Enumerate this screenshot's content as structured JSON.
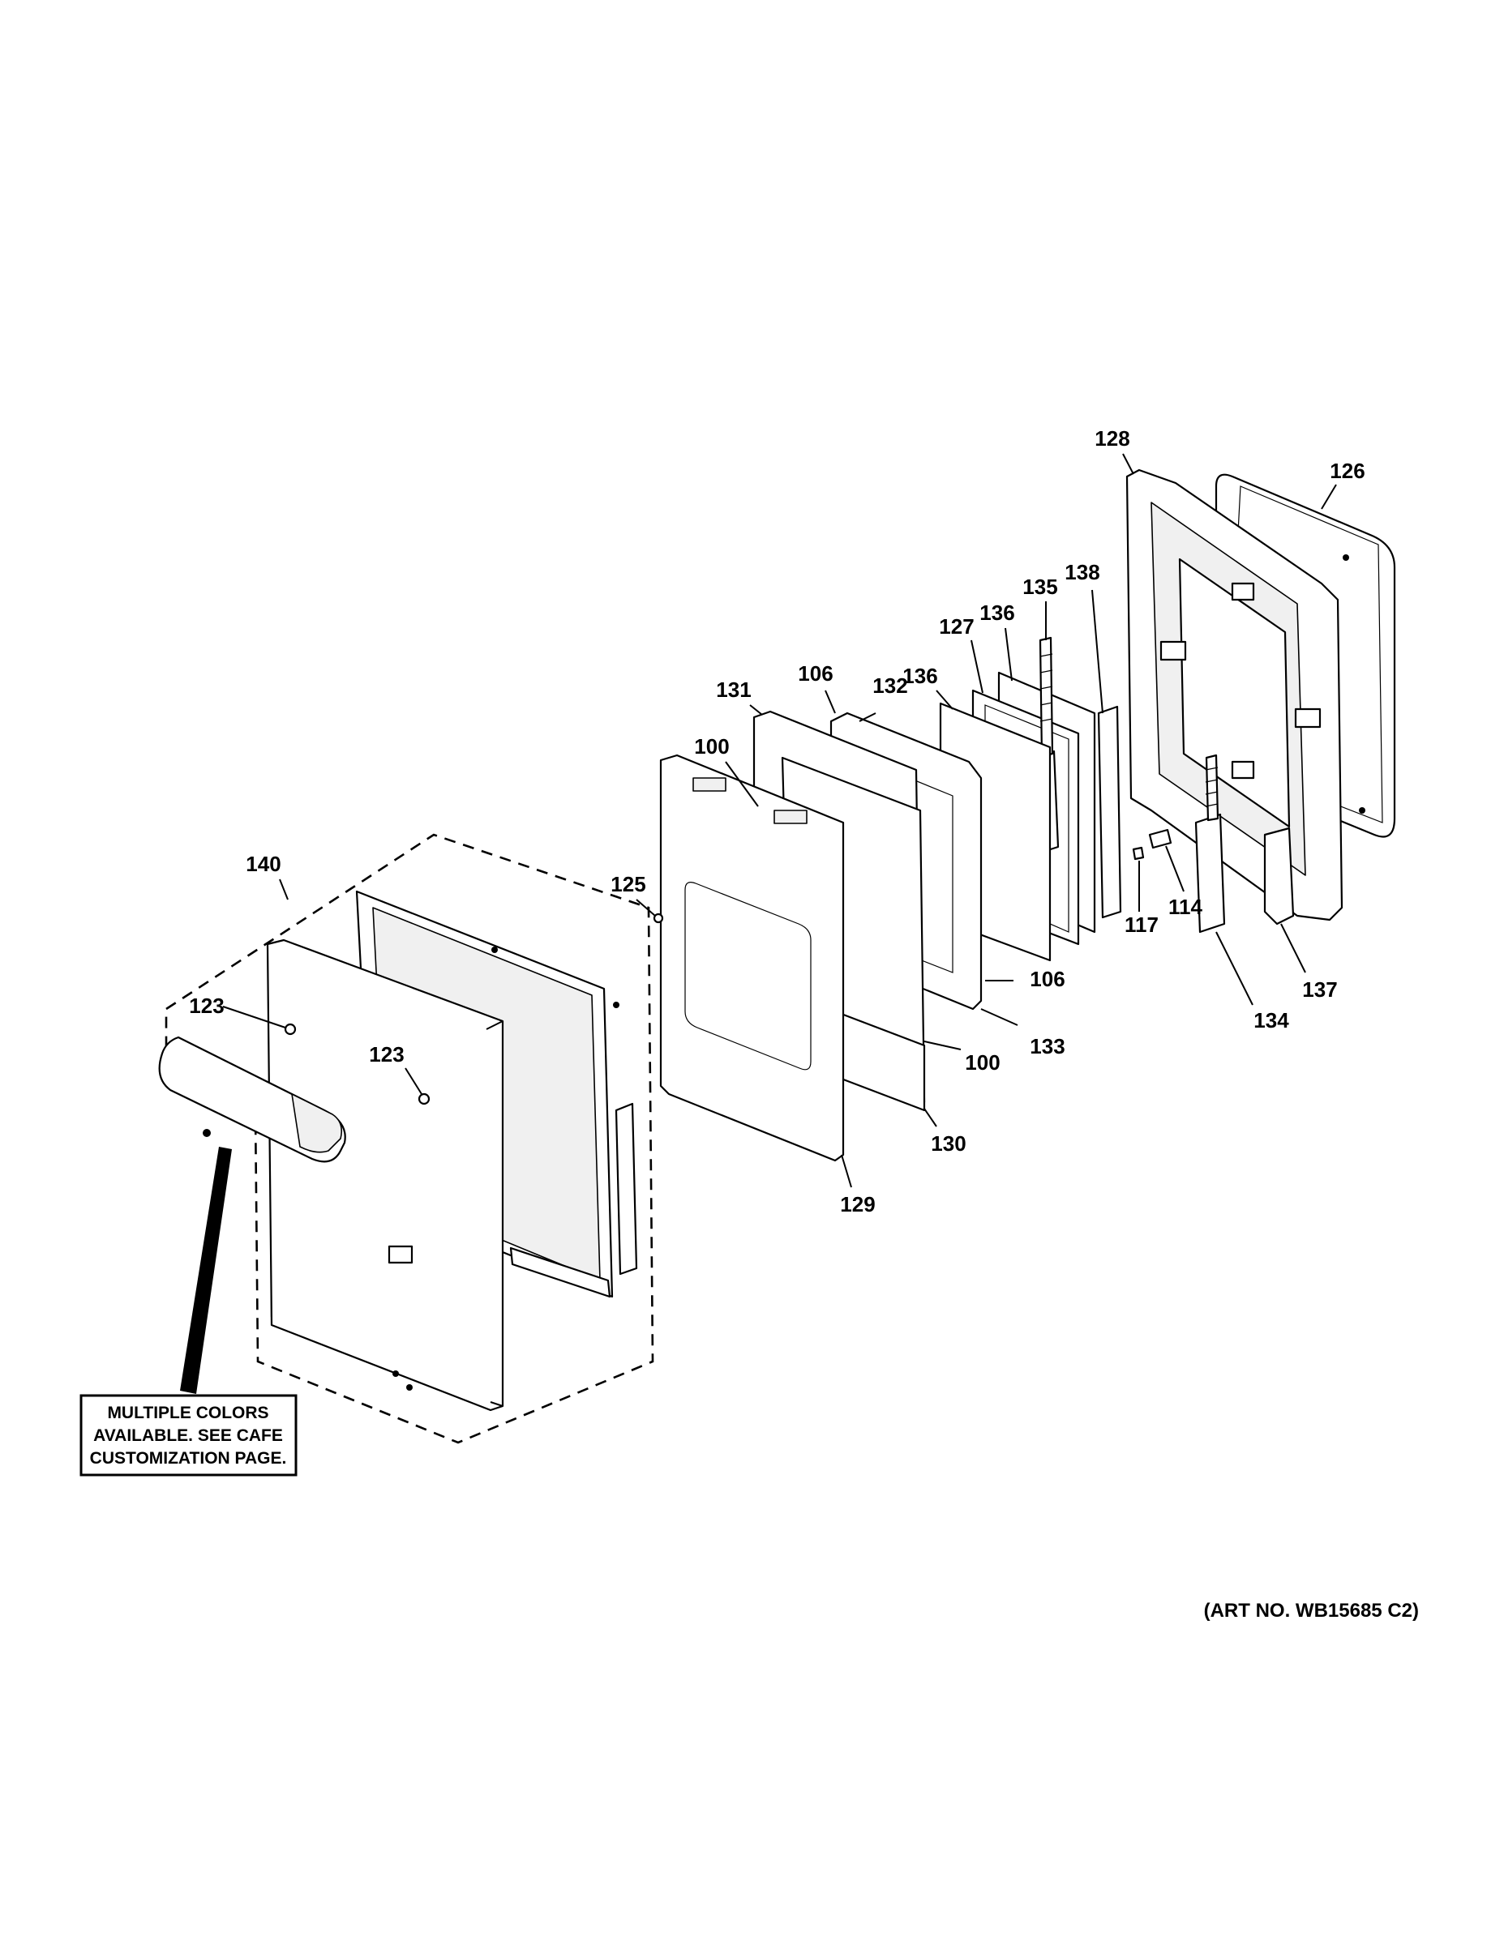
{
  "diagram": {
    "callouts": {
      "c100a": "100",
      "c100b": "100",
      "c106a": "106",
      "c106b": "106",
      "c114": "114",
      "c117": "117",
      "c123a": "123",
      "c123b": "123",
      "c125": "125",
      "c126": "126",
      "c127": "127",
      "c128": "128",
      "c129": "129",
      "c130": "130",
      "c131": "131",
      "c132": "132",
      "c133": "133",
      "c134": "134",
      "c135": "135",
      "c136a": "136",
      "c136b": "136",
      "c137": "137",
      "c138": "138",
      "c140": "140"
    },
    "note_lines": [
      "MULTIPLE COLORS",
      "AVAILABLE. SEE CAFE",
      "CUSTOMIZATION PAGE."
    ],
    "art_number": "(ART NO. WB15685 C2)"
  }
}
